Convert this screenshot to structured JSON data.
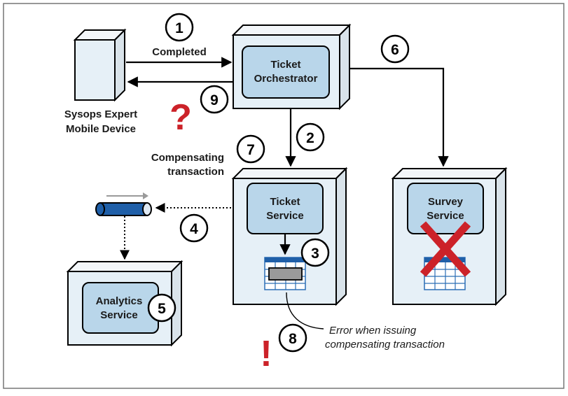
{
  "device": {
    "label_line1": "Sysops Expert",
    "label_line2": "Mobile Device"
  },
  "orchestrator": {
    "title_line1": "Ticket",
    "title_line2": "Orchestrator"
  },
  "ticket_service": {
    "title_line1": "Ticket",
    "title_line2": "Service"
  },
  "survey_service": {
    "title_line1": "Survey",
    "title_line2": "Service"
  },
  "analytics_service": {
    "title_line1": "Analytics",
    "title_line2": "Service"
  },
  "edges": {
    "completed_label": "Completed",
    "compensating_line1": "Compensating",
    "compensating_line2": "transaction",
    "error_line1": "Error when issuing",
    "error_line2": "compensating transaction"
  },
  "steps": [
    "1",
    "2",
    "3",
    "4",
    "5",
    "6",
    "7",
    "8",
    "9"
  ],
  "marks": {
    "question": "?",
    "exclamation": "!"
  },
  "colors": {
    "box_fill": "#e6f0f7",
    "inner_fill": "#b9d6ea",
    "accent_blue": "#1f5fa8",
    "error_red": "#cc2229"
  }
}
